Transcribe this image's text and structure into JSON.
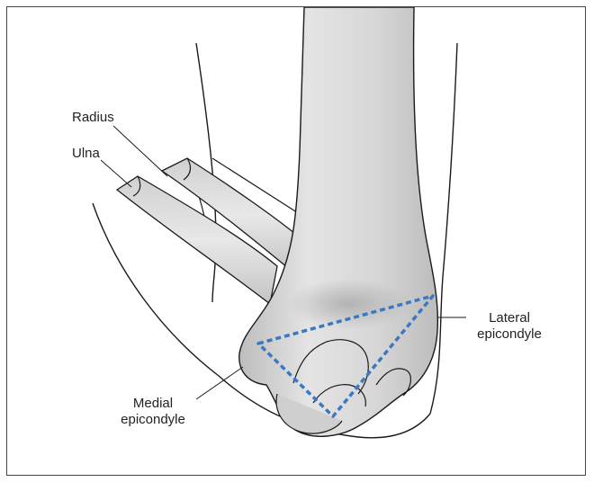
{
  "labels": {
    "radius": "Radius",
    "ulna": "Ulna",
    "lateral_line1": "Lateral",
    "lateral_line2": "epicondyle",
    "medial_line1": "Medial",
    "medial_line2": "epicondyle"
  },
  "colors": {
    "bone_fill": "#dcdcdc",
    "bone_shadow": "#b9b9b9",
    "outline": "#1a1a1a",
    "triangle": "#3a78c2"
  }
}
